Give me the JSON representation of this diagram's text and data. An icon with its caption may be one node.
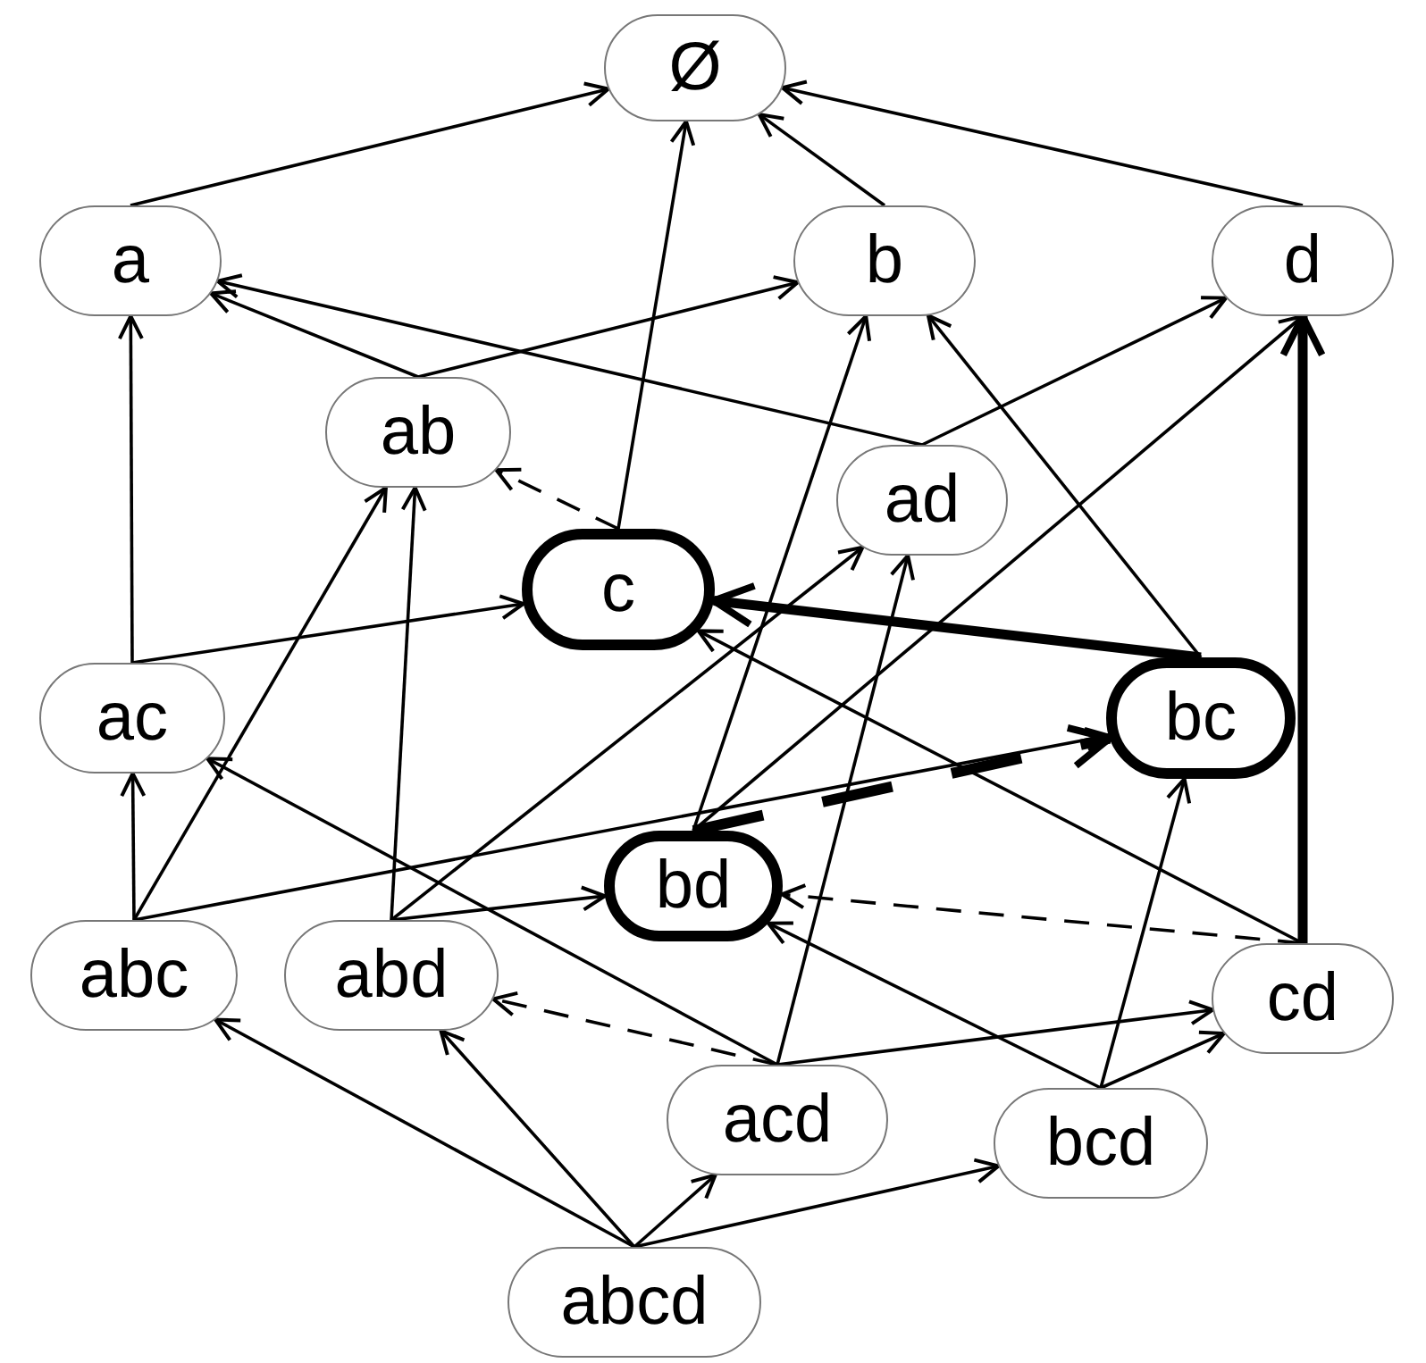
{
  "diagram": {
    "nodes": [
      {
        "text": [
          "Ø"
        ]
      },
      {
        "text": [
          "a"
        ]
      },
      {
        "text": [
          "b"
        ]
      },
      {
        "text": [
          "d"
        ]
      },
      {
        "text": [
          "ab"
        ]
      },
      {
        "text": [
          "ad"
        ]
      },
      {
        "text": [
          "c"
        ]
      },
      {
        "text": [
          "ac"
        ]
      },
      {
        "text": [
          "bc"
        ]
      },
      {
        "text": [
          "bd"
        ]
      },
      {
        "text": [
          "abc"
        ]
      },
      {
        "text": [
          "abd"
        ]
      },
      {
        "text": [
          "cd"
        ]
      },
      {
        "text": [
          "acd"
        ]
      },
      {
        "text": [
          "bcd"
        ]
      },
      {
        "text": [
          "abcd"
        ]
      }
    ],
    "edges": [
      {
        "from": 1,
        "to": 0,
        "arrow": "to"
      },
      {
        "from": 6,
        "to": 0,
        "arrow": "to"
      },
      {
        "from": 2,
        "to": 0,
        "arrow": "to"
      },
      {
        "from": 3,
        "to": 0,
        "arrow": "to"
      },
      {
        "from": 4,
        "to": 1,
        "arrow": "to"
      },
      {
        "from": 4,
        "to": 2,
        "arrow": "to"
      },
      {
        "from": 5,
        "to": 1,
        "arrow": "to"
      },
      {
        "from": 5,
        "to": 3,
        "arrow": "to"
      },
      {
        "from": 7,
        "to": 1,
        "arrow": "to"
      },
      {
        "from": 7,
        "to": 6,
        "arrow": "to"
      },
      {
        "from": 6,
        "to": 4,
        "arrow": "to",
        "style": "dashed"
      },
      {
        "from": 8,
        "to": 6,
        "arrow": "to",
        "style": "thick"
      },
      {
        "from": 8,
        "to": 2,
        "arrow": "to"
      },
      {
        "from": 9,
        "to": 2,
        "arrow": "to"
      },
      {
        "from": 9,
        "to": 3,
        "arrow": "to"
      },
      {
        "from": 9,
        "to": 8,
        "arrow": "to",
        "style": "dashed"
      },
      {
        "from": 10,
        "to": 7,
        "arrow": "to"
      },
      {
        "from": 10,
        "to": 4,
        "arrow": "to"
      },
      {
        "from": 10,
        "to": 8,
        "arrow": "to"
      },
      {
        "from": 11,
        "to": 4,
        "arrow": "to"
      },
      {
        "from": 11,
        "to": 5,
        "arrow": "to"
      },
      {
        "from": 11,
        "to": 9,
        "arrow": "to"
      },
      {
        "from": 12,
        "to": 3,
        "arrow": "to",
        "style": "thick"
      },
      {
        "from": 12,
        "to": 6,
        "arrow": "to"
      },
      {
        "from": 12,
        "to": 9,
        "arrow": "to",
        "style": "dashed"
      },
      {
        "from": 13,
        "to": 7,
        "arrow": "to"
      },
      {
        "from": 13,
        "to": 5,
        "arrow": "to"
      },
      {
        "from": 13,
        "to": 12,
        "arrow": "to"
      },
      {
        "from": 13,
        "to": 11,
        "arrow": "to",
        "style": "dashed"
      },
      {
        "from": 14,
        "to": 9,
        "arrow": "to"
      },
      {
        "from": 14,
        "to": 8,
        "arrow": "to"
      },
      {
        "from": 14,
        "to": 12,
        "arrow": "to"
      },
      {
        "from": 15,
        "to": 10,
        "arrow": "to"
      },
      {
        "from": 15,
        "to": 11,
        "arrow": "to"
      },
      {
        "from": 15,
        "to": 13,
        "arrow": "to"
      },
      {
        "from": 15,
        "to": 14,
        "arrow": "to"
      }
    ]
  }
}
